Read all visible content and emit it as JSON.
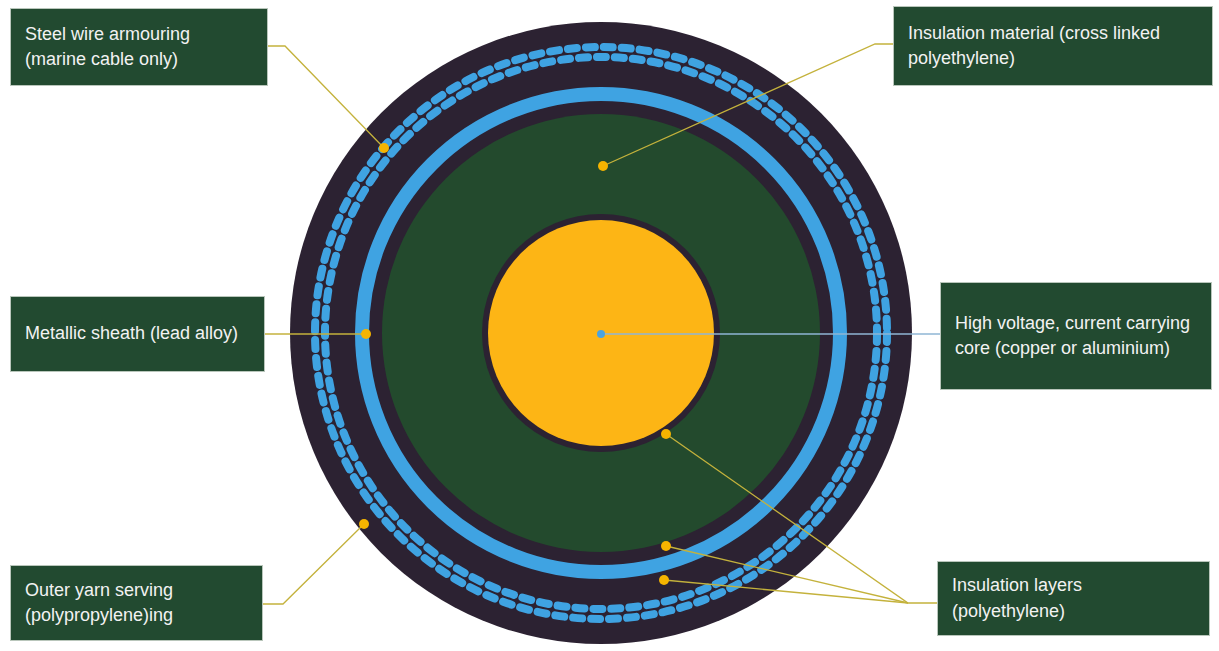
{
  "diagram": {
    "nodes": [
      {
        "text": [
          "Steel wire armouring (marine cable only)"
        ]
      },
      {
        "text": [
          "Insulation material (cross linked polyethylene)"
        ]
      },
      {
        "text": [
          "Metallic sheath (lead alloy)"
        ]
      },
      {
        "text": [
          "High voltage, current carrying core (copper or aluminium)"
        ]
      },
      {
        "text": [
          "Outer yarn serving (polypropylene)ing"
        ]
      },
      {
        "text": [
          "Insulation layers (polyethylene)"
        ]
      }
    ]
  }
}
